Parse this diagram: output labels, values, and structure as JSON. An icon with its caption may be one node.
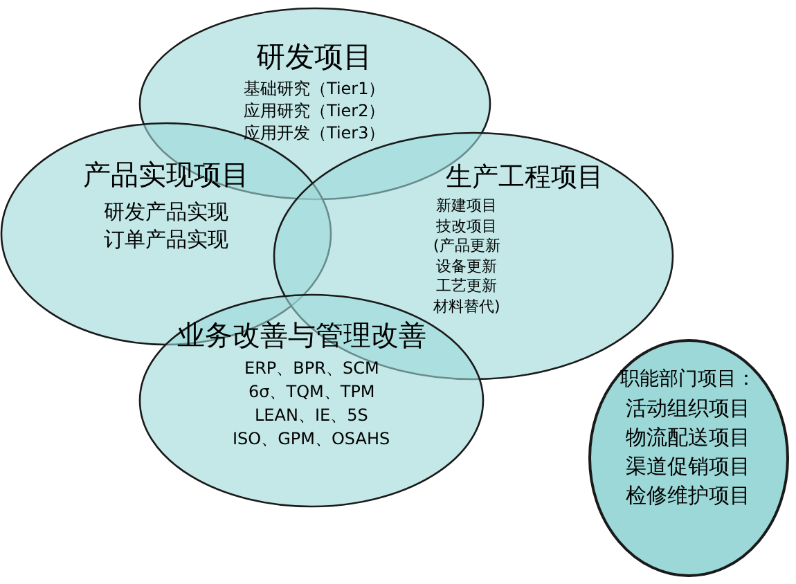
{
  "diagram": {
    "nodes": [
      {
        "text": [
          "研发项目",
          "基础研究（Tier1）",
          "应用研究（Tier2）",
          "应用开发（Tier3）"
        ]
      },
      {
        "text": [
          "产品实现项目",
          "研发产品实现",
          "订单产品实现"
        ]
      },
      {
        "text": [
          "生产工程项目",
          "新建项目",
          "技改项目",
          "(产品更新",
          "设备更新",
          "工艺更新",
          "材料替代)"
        ]
      },
      {
        "text": [
          "业务改善与管理改善",
          "ERP、BPR、SCM",
          "6σ、TQM、TPM",
          "LEAN、IE、5S",
          "ISO、GPM、OSAHS"
        ]
      },
      {
        "text": [
          "职能部门项目：",
          "活动组织项目",
          "物流配送项目",
          "渠道促销项目",
          "检修维护项目"
        ]
      }
    ]
  }
}
